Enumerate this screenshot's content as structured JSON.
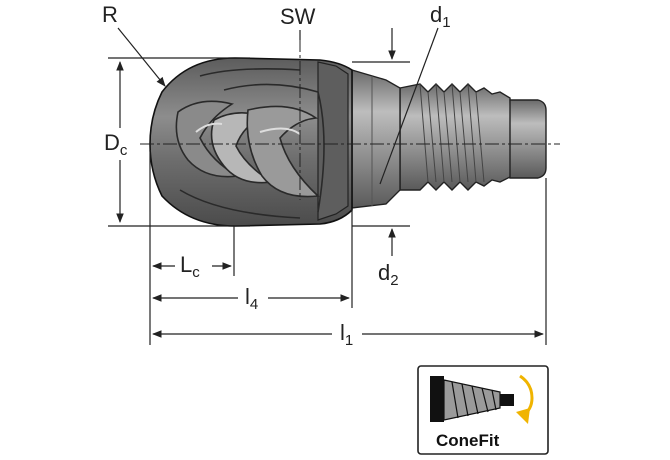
{
  "labels": {
    "R": "R",
    "SW": "SW",
    "d1_base": "d",
    "d1_sub": "1",
    "Dc_base": "D",
    "Dc_sub": "c",
    "d2_base": "d",
    "d2_sub": "2",
    "Lc_base": "L",
    "Lc_sub": "c",
    "l4_base": "l",
    "l4_sub": "4",
    "l1_base": "l",
    "l1_sub": "1"
  },
  "logo": {
    "text": "ConeFit",
    "icon": "conefit-thread-icon"
  },
  "colors": {
    "body": "#7a7a7a",
    "body_dark": "#4a4a4a",
    "body_light": "#b5b5b5",
    "arrow_accent": "#f0b400",
    "line": "#222222"
  }
}
